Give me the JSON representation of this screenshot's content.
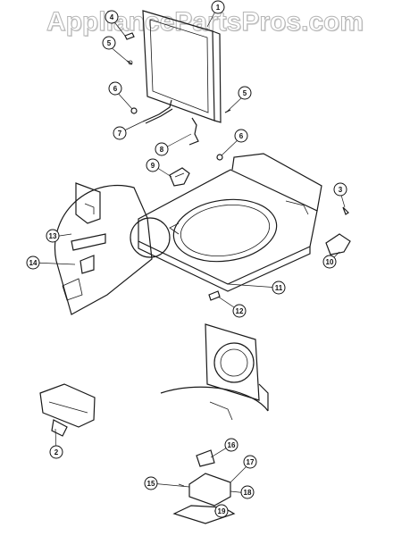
{
  "watermark": "AppliancePartsPros.com",
  "callouts": [
    {
      "num": "1"
    },
    {
      "num": "4"
    },
    {
      "num": "5"
    },
    {
      "num": "6"
    },
    {
      "num": "5"
    },
    {
      "num": "7"
    },
    {
      "num": "8"
    },
    {
      "num": "6"
    },
    {
      "num": "9"
    },
    {
      "num": "3"
    },
    {
      "num": "13"
    },
    {
      "num": "10"
    },
    {
      "num": "14"
    },
    {
      "num": "11"
    },
    {
      "num": "12"
    },
    {
      "num": "2"
    },
    {
      "num": "16"
    },
    {
      "num": "17"
    },
    {
      "num": "15"
    },
    {
      "num": "18"
    },
    {
      "num": "19"
    }
  ]
}
